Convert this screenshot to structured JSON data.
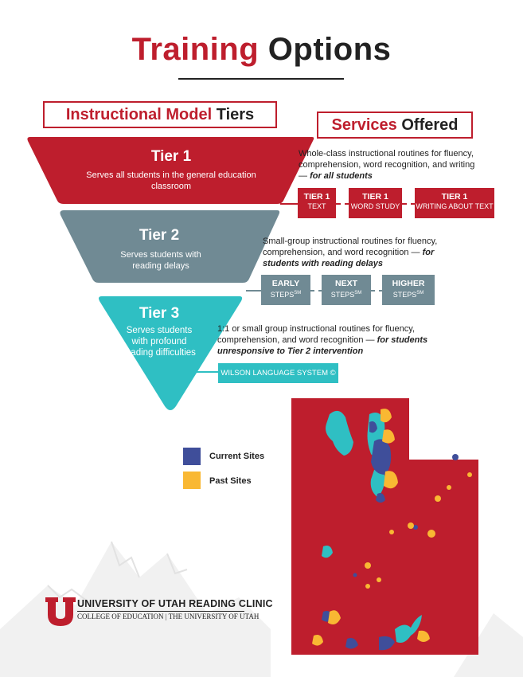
{
  "title": {
    "part1": "Training",
    "part2": "Options"
  },
  "headings": {
    "model": {
      "part1": "Instructional Model",
      "part2": "Tiers"
    },
    "services": {
      "part1": "Services",
      "part2": "Offered"
    }
  },
  "colors": {
    "red": "#be1e2d",
    "gray": "#708a94",
    "teal": "#2fbfc3",
    "navy": "#3f4e9a",
    "yellow": "#f9b833"
  },
  "tiers": [
    {
      "title": "Tier 1",
      "desc": "Serves all students in the general education classroom"
    },
    {
      "title": "Tier 2",
      "desc": "Serves students with reading delays"
    },
    {
      "title": "Tier 3",
      "desc": "Serves students with profound reading difficulties"
    }
  ],
  "services": {
    "tier1": {
      "desc": "Whole-class instructional routines for fluency, comprehension, word recognition, and writing —",
      "desc_em": "for all students",
      "boxes": [
        {
          "main": "TIER 1",
          "sub": "TEXT"
        },
        {
          "main": "TIER 1",
          "sub": "WORD STUDY"
        },
        {
          "main": "TIER 1",
          "sub": "WRITING ABOUT TEXT"
        }
      ]
    },
    "tier2": {
      "desc": "Small-group instructional routines for fluency, comprehension, and word recognition —",
      "desc_em": "for students with reading delays",
      "boxes": [
        {
          "main": "EARLY",
          "sub": "STEPS",
          "mark": "SM"
        },
        {
          "main": "NEXT",
          "sub": "STEPS",
          "mark": "SM"
        },
        {
          "main": "HIGHER",
          "sub": "STEPS",
          "mark": "SM"
        }
      ]
    },
    "tier3": {
      "desc": "1:1 or small group instructional routines for fluency, comprehension, and word recognition —",
      "desc_em": "for students unresponsive to Tier 2 intervention",
      "box": "WILSON LANGUAGE SYSTEM ©"
    }
  },
  "legend": [
    {
      "label": "Current Sites",
      "color": "#3f4e9a"
    },
    {
      "label": "Past Sites",
      "color": "#f9b833"
    }
  ],
  "footer": {
    "name": "UNIVERSITY OF UTAH READING CLINIC",
    "sub": "COLLEGE OF EDUCATION | THE UNIVERSITY OF UTAH"
  }
}
